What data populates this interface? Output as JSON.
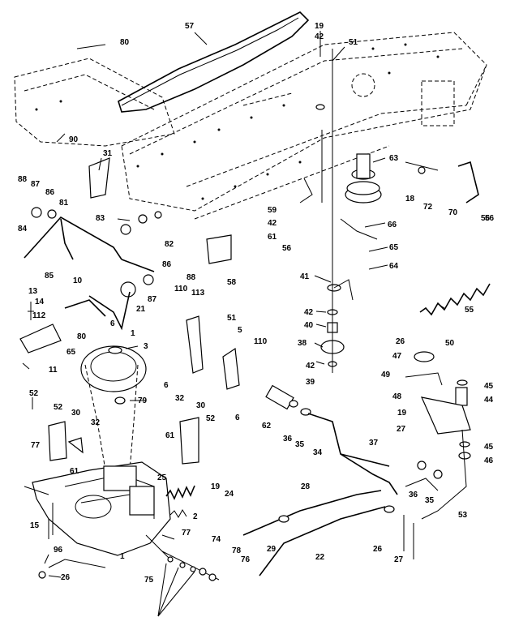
{
  "callouts": [
    "57",
    "19",
    "42",
    "51",
    "80",
    "90",
    "31",
    "83",
    "88",
    "87",
    "86",
    "81",
    "84",
    "85",
    "82",
    "86",
    "88",
    "87",
    "10",
    "13",
    "14",
    "112",
    "80",
    "65",
    "11",
    "21",
    "6",
    "1",
    "3",
    "79",
    "110",
    "113",
    "51",
    "5",
    "110",
    "6",
    "6",
    "32",
    "30",
    "52",
    "61",
    "58",
    "59",
    "42",
    "61",
    "56",
    "56",
    "66",
    "65",
    "64",
    "63",
    "18",
    "72",
    "70",
    "56",
    "41",
    "42",
    "40",
    "38",
    "42",
    "39",
    "55",
    "26",
    "50",
    "47",
    "49",
    "45",
    "44",
    "48",
    "19",
    "27",
    "45",
    "46",
    "52",
    "52",
    "30",
    "32",
    "61",
    "77",
    "15",
    "96",
    "26",
    "25",
    "19",
    "24",
    "2",
    "77",
    "74",
    "78",
    "76",
    "75",
    "1",
    "62",
    "36",
    "35",
    "34",
    "37",
    "28",
    "29",
    "22",
    "36",
    "35",
    "26",
    "27",
    "53"
  ]
}
